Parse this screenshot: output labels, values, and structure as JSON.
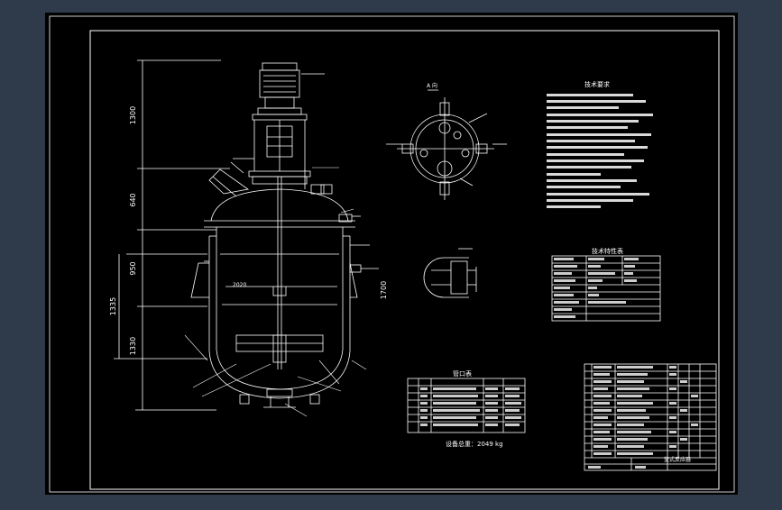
{
  "colors": {
    "viewport_bg": "#2f3a4b",
    "paper": "#000000",
    "line": "#ffffff"
  },
  "dimensions": {
    "d1300_top": "1300",
    "d640": "640",
    "d950": "950",
    "d1335": "1335",
    "d1330": "1330",
    "d1700": "1700",
    "d2020": "2020"
  },
  "plan_view": {
    "label": "A 向"
  },
  "notes": {
    "title": "技术要求"
  },
  "characteristics": {
    "title": "技术特性表"
  },
  "nozzle_table": {
    "title": "管口表"
  },
  "weight": {
    "label": "设备总重：2049 kg"
  },
  "title_block": {
    "company": "釜式反应器"
  }
}
